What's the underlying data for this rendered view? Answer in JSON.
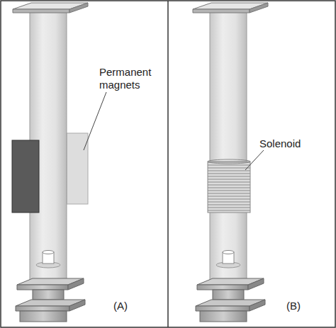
{
  "diagram": {
    "labels": [
      "Permanent magnets",
      "(A)",
      "Solenoid",
      "(B)"
    ]
  }
}
